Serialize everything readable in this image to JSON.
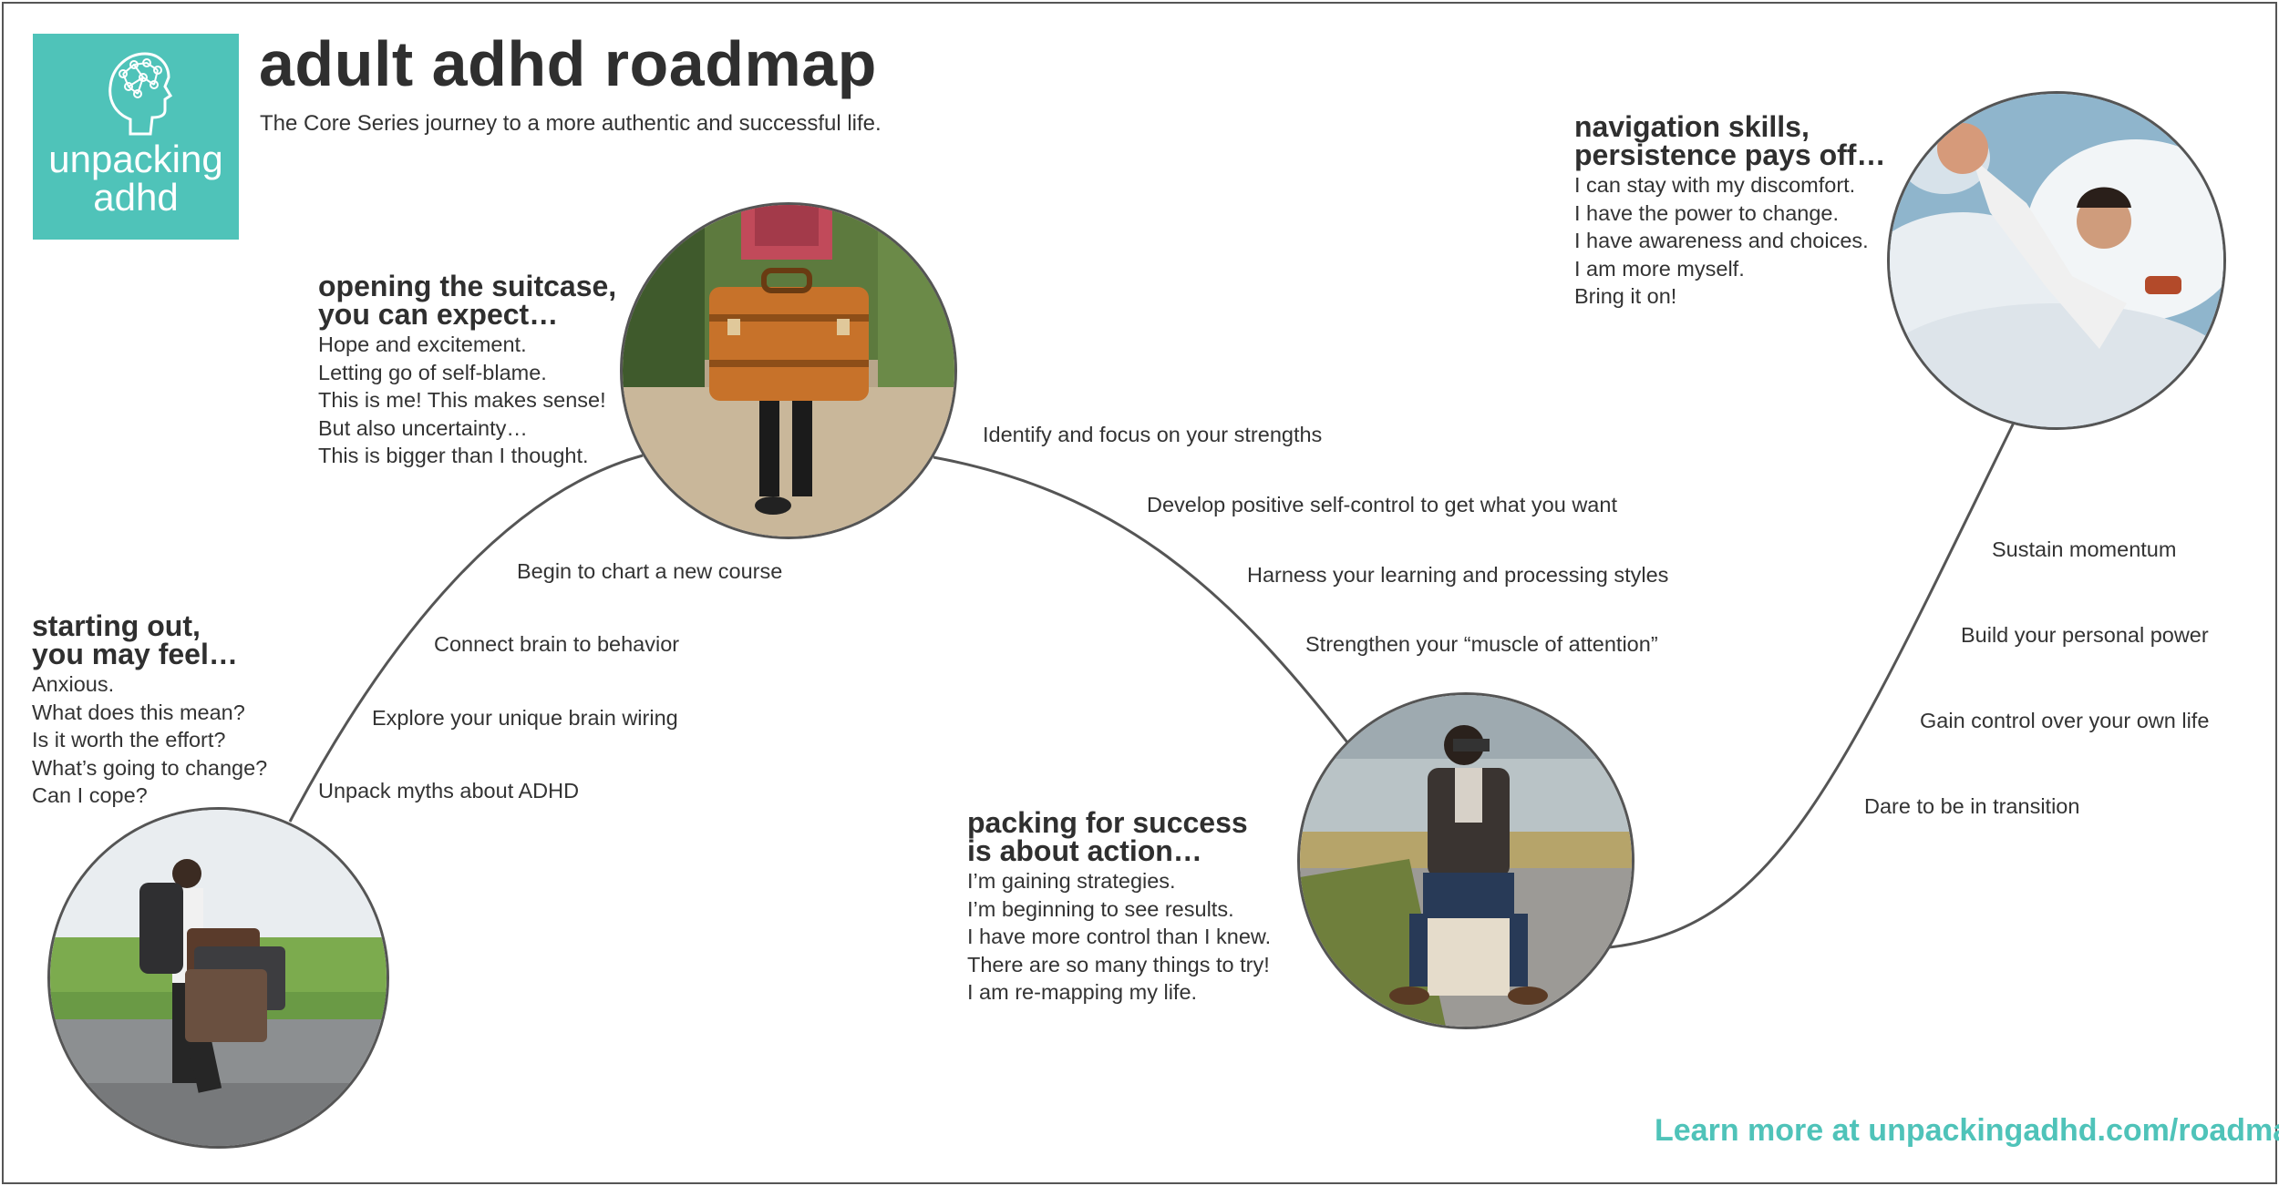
{
  "header": {
    "logo_line1": "unpacking",
    "logo_line2": "adhd",
    "title": "adult adhd roadmap",
    "subtitle": "The Core Series journey to a more authentic and successful life."
  },
  "stages": {
    "starting": {
      "heading1": "starting out,",
      "heading2": "you may feel…",
      "lines": [
        "Anxious.",
        "What does this mean?",
        "Is it worth the effort?",
        "What’s going to change?",
        "Can I cope?"
      ]
    },
    "opening": {
      "heading1": "opening the suitcase,",
      "heading2": "you can expect…",
      "lines": [
        "Hope and excitement.",
        "Letting go of self-blame.",
        "This is me! This makes sense!",
        "But also uncertainty…",
        "This is bigger than I thought."
      ]
    },
    "packing": {
      "heading1": "packing for success",
      "heading2": "is about action…",
      "lines": [
        "I’m gaining strategies.",
        "I’m beginning to see results.",
        "I have more control than I knew.",
        "There are so many things to try!",
        "I am re-mapping my life."
      ]
    },
    "navigation": {
      "heading1": "navigation skills,",
      "heading2": "persistence pays off…",
      "lines": [
        "I can stay with my discomfort.",
        "I have the power to change.",
        "I have awareness and choices.",
        "I am more myself.",
        "Bring it on!"
      ]
    }
  },
  "steps": {
    "segment1": [
      "Unpack myths about ADHD",
      "Explore your unique brain wiring",
      "Connect brain to behavior",
      "Begin to chart a new course"
    ],
    "segment2": [
      "Identify and focus on your strengths",
      "Develop positive self-control to get what you want",
      "Harness your learning and processing styles",
      "Strengthen your “muscle of attention”"
    ],
    "segment3": [
      "Dare to be in transition",
      "Gain control over your own life",
      "Build your personal power",
      "Sustain momentum"
    ]
  },
  "footer": {
    "learn_more": "Learn more at unpackingadhd.com/roadmap"
  },
  "colors": {
    "brand": "#4fc3b9",
    "path": "#555555",
    "text": "#2e2e2e"
  },
  "icons": {
    "logo": "head-brain-icon"
  }
}
